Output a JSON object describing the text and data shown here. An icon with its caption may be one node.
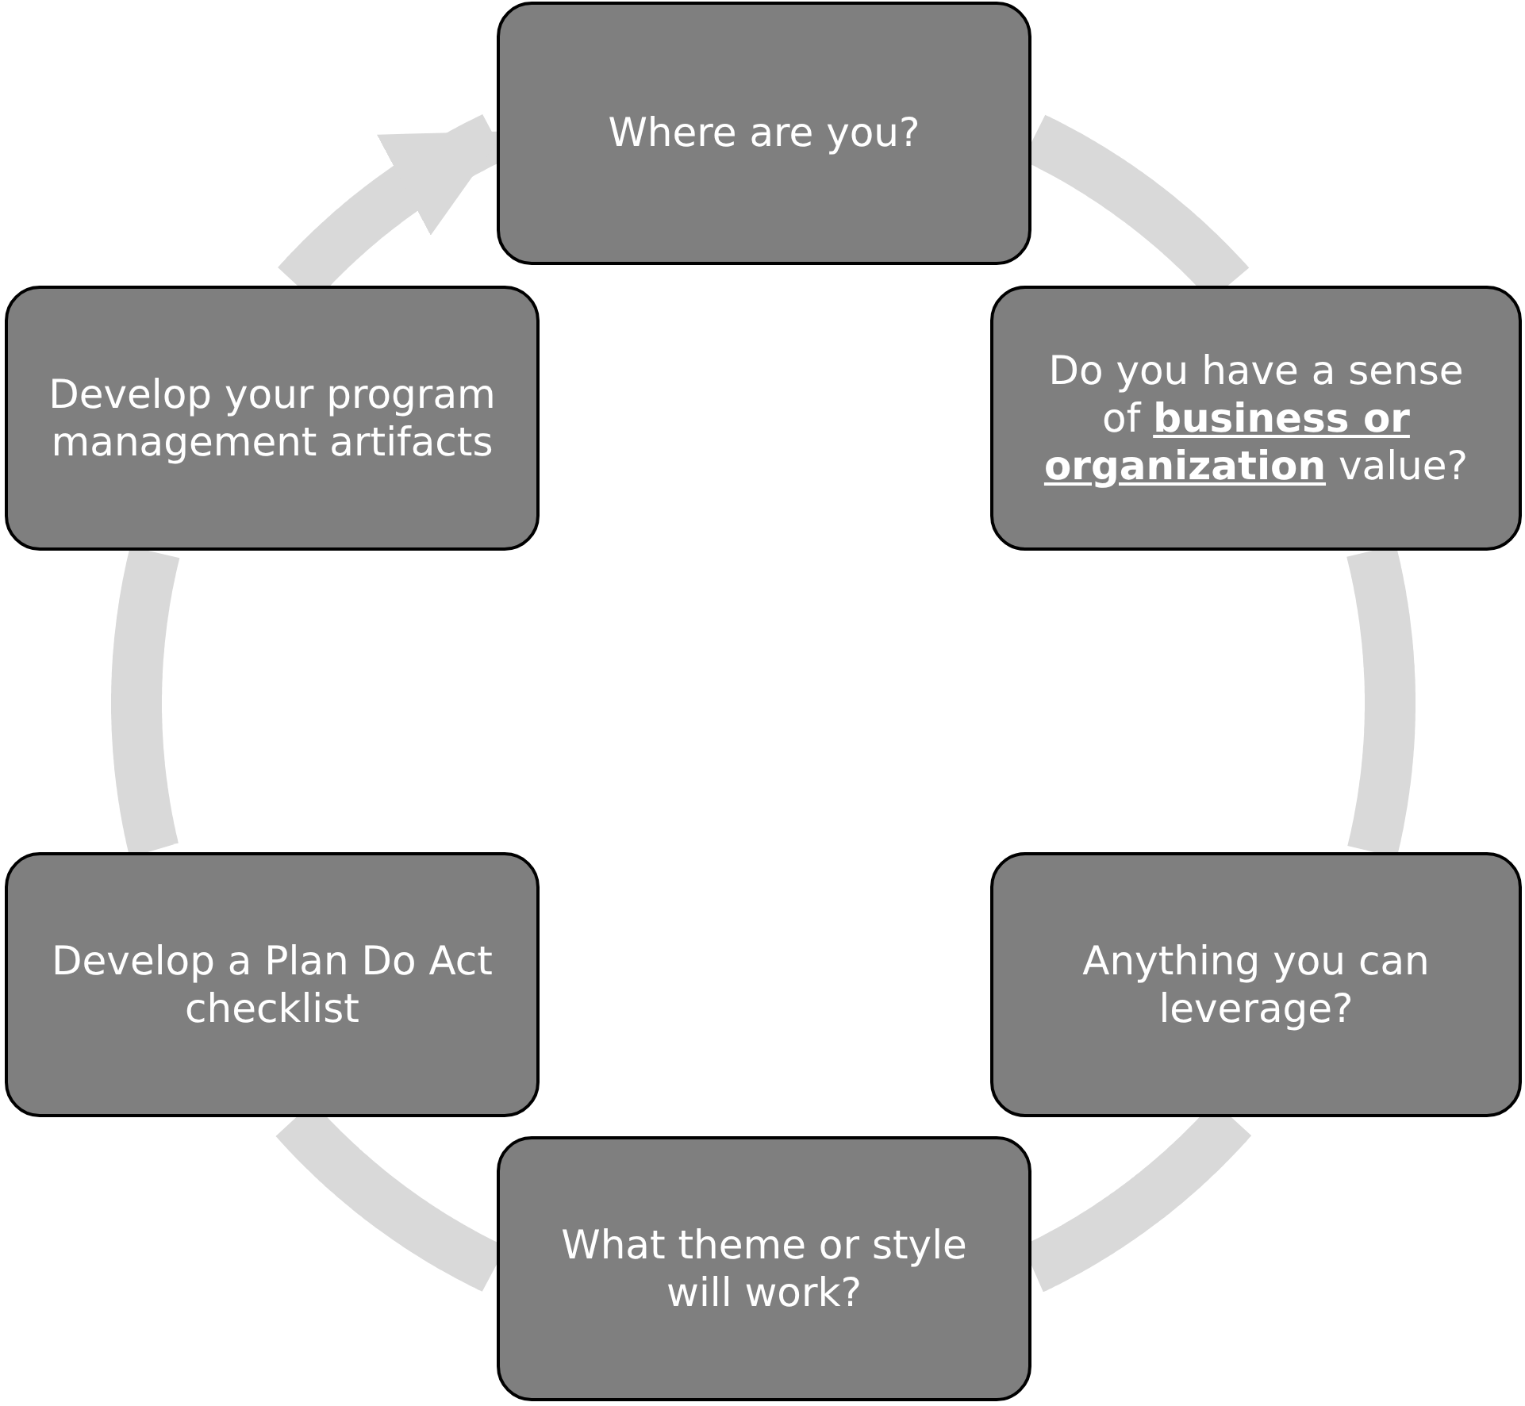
{
  "diagram": {
    "nodes": [
      {
        "text": [
          "Where are you?"
        ]
      },
      {
        "text": [
          "Do you have a sense of **business or organization** value?"
        ]
      },
      {
        "text": [
          "Anything you can leverage?"
        ]
      },
      {
        "text": [
          "What theme or style will work?"
        ]
      },
      {
        "text": [
          "Develop a Plan Do Act checklist"
        ]
      },
      {
        "text": [
          "Develop your program management artifacts"
        ]
      }
    ],
    "edges": [
      {
        "from": 0,
        "to": 1,
        "arrow": "none"
      },
      {
        "from": 1,
        "to": 2,
        "arrow": "none"
      },
      {
        "from": 2,
        "to": 3,
        "arrow": "none"
      },
      {
        "from": 3,
        "to": 4,
        "arrow": "none"
      },
      {
        "from": 4,
        "to": 5,
        "arrow": "none"
      },
      {
        "from": 5,
        "to": 0,
        "arrow": "to"
      }
    ]
  }
}
